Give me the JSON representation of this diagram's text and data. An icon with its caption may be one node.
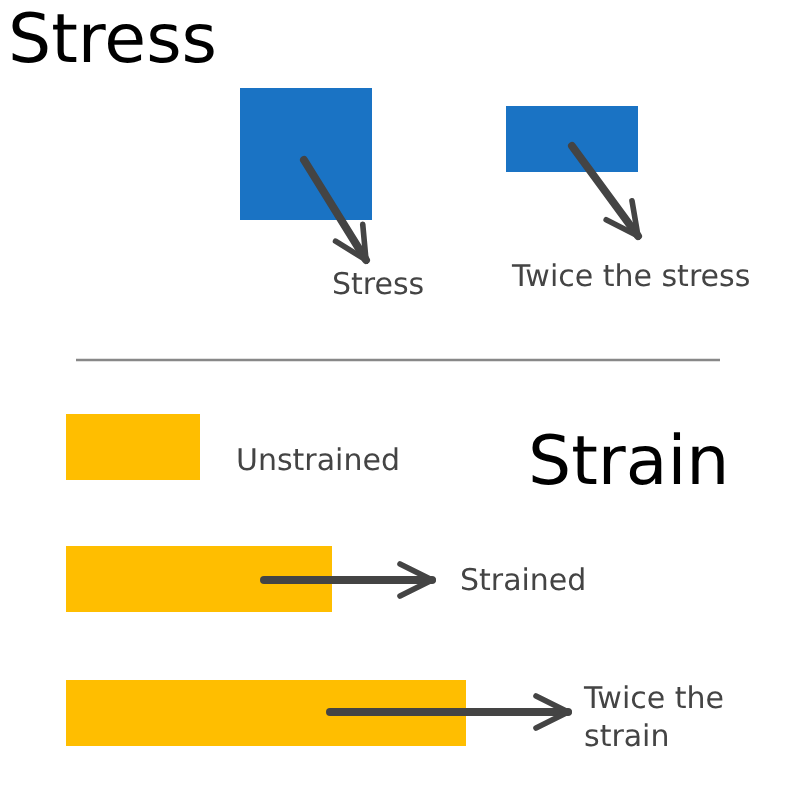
{
  "diagram": {
    "title": "Stress",
    "nodes": [
      {
        "text": [],
        "shape": "box"
      },
      {
        "text": [],
        "shape": "box"
      },
      {
        "text": [],
        "shape": "bar"
      },
      {
        "text": [],
        "shape": "bar"
      },
      {
        "text": [],
        "shape": "bar"
      }
    ],
    "labels": [
      "Stress",
      "Twice the stress",
      "Unstrained",
      "Strain",
      "Strained",
      "Twice the strain"
    ]
  }
}
